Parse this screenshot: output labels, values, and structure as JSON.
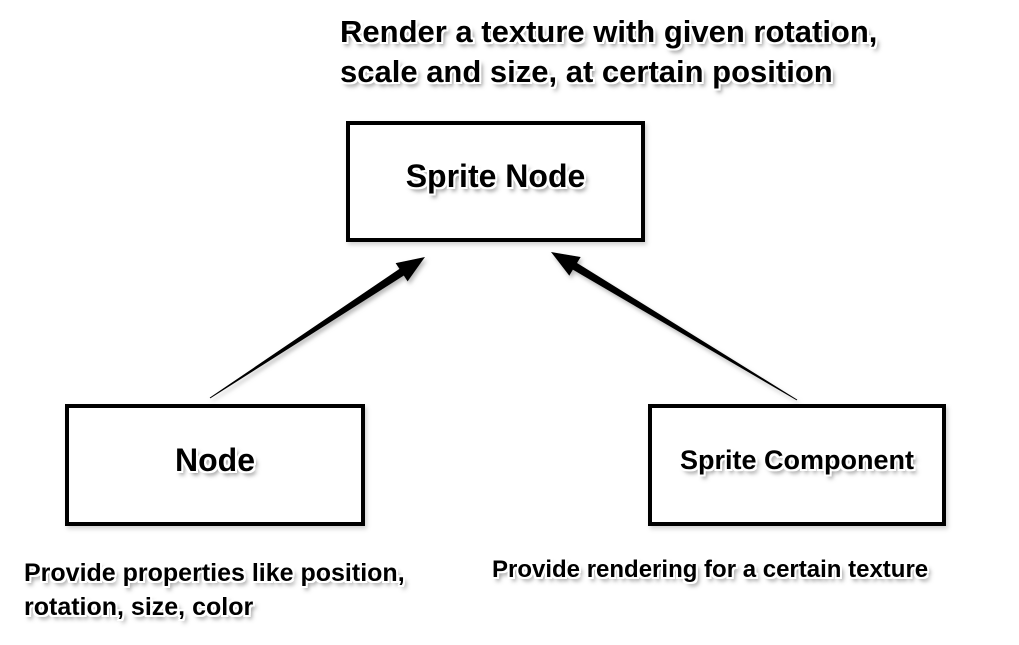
{
  "title": {
    "lines": [
      "Render a texture with given rotation,",
      "scale and size, at certain position"
    ]
  },
  "nodes": {
    "sprite_node": {
      "label": "Sprite Node"
    },
    "node": {
      "label": "Node"
    },
    "sprite_component": {
      "label": "Sprite Component"
    }
  },
  "captions": {
    "node_caption": {
      "lines": [
        "Provide properties like position,",
        "rotation, size, color"
      ]
    },
    "sprite_component_caption": {
      "lines": [
        "Provide rendering for a certain texture"
      ]
    }
  },
  "relations": [
    {
      "from": "Node",
      "to": "Sprite Node"
    },
    {
      "from": "Sprite Component",
      "to": "Sprite Node"
    }
  ],
  "colors": {
    "background": "#ffffff",
    "text": "#000000",
    "box_border": "#000000",
    "box_fill": "#ffffff",
    "arrow": "#000000",
    "shadow": "#9a9a9a"
  }
}
